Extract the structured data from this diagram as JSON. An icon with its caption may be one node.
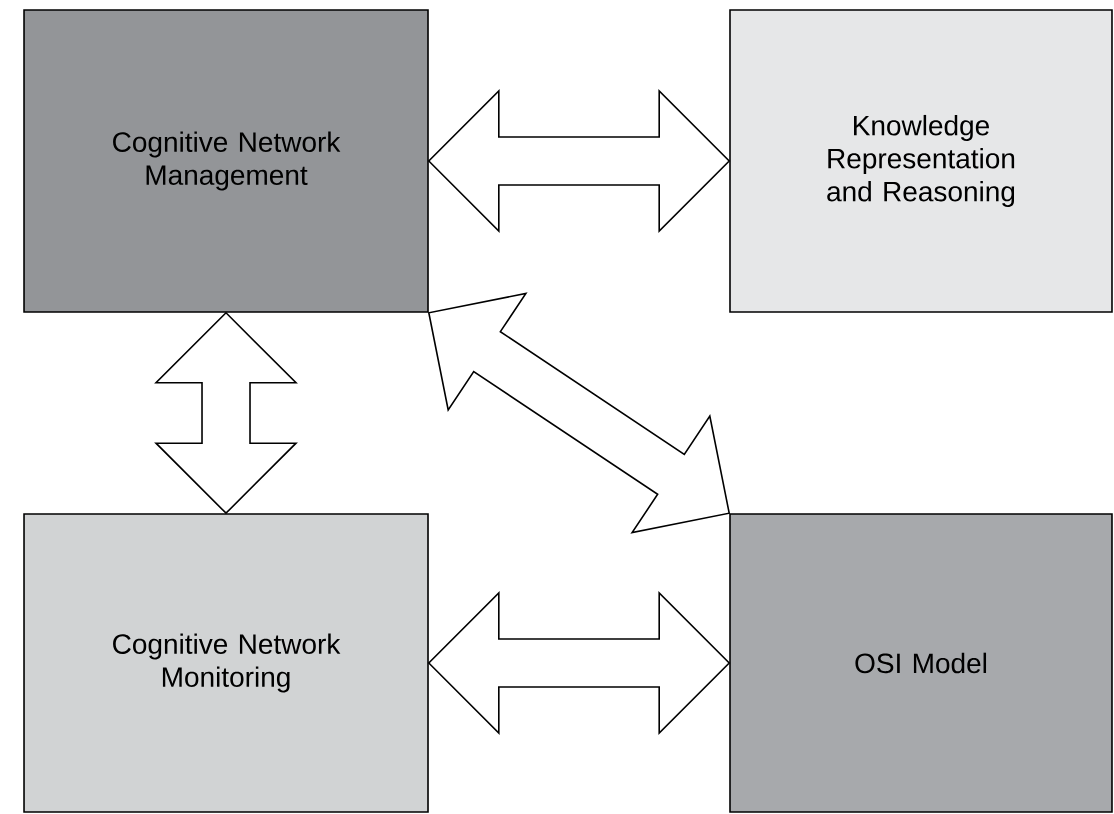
{
  "diagram": {
    "nodes": [
      {
        "text": [
          "Cognitive Network Management"
        ]
      },
      {
        "text": [
          "Knowledge Representation and Reasoning"
        ]
      },
      {
        "text": [
          "Cognitive Network Monitoring"
        ]
      },
      {
        "text": [
          "OSI Model"
        ]
      }
    ],
    "edges": [
      {
        "from": 0,
        "to": 1,
        "arrow": "both"
      },
      {
        "from": 0,
        "to": 2,
        "arrow": "both"
      },
      {
        "from": 0,
        "to": 3,
        "arrow": "both"
      },
      {
        "from": 2,
        "to": 3,
        "arrow": "both"
      }
    ]
  }
}
